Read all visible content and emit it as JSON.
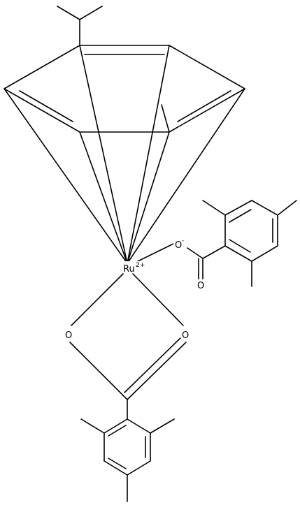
{
  "molecule": {
    "atoms": {
      "ruthenium": {
        "symbol": "Ru",
        "charge": "2+"
      },
      "carboxylate_oxygen": {
        "symbol": "O",
        "charge": "-"
      },
      "carbonyl_oxygen": {
        "symbol": "O"
      },
      "chelate_oxygen_left": {
        "symbol": "O"
      },
      "chelate_oxygen_right": {
        "symbol": "O"
      }
    }
  }
}
